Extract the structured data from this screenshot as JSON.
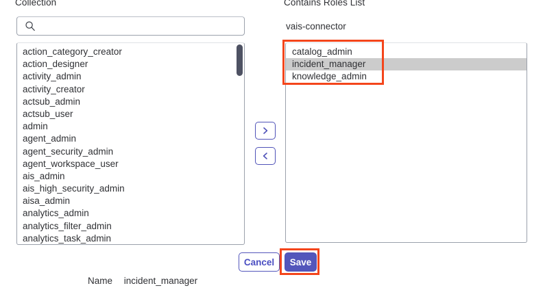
{
  "panels": {
    "left": {
      "label": "Collection",
      "search": {
        "value": "",
        "placeholder": "",
        "icon": "search-icon"
      },
      "items": [
        "action_category_creator",
        "action_designer",
        "activity_admin",
        "activity_creator",
        "actsub_admin",
        "actsub_user",
        "admin",
        "agent_admin",
        "agent_security_admin",
        "agent_workspace_user",
        "ais_admin",
        "ais_high_security_admin",
        "aisa_admin",
        "analytics_admin",
        "analytics_filter_admin",
        "analytics_task_admin"
      ]
    },
    "right": {
      "label": "Contains Roles List",
      "context": "vais-connector",
      "items": [
        {
          "label": "catalog_admin",
          "selected": false
        },
        {
          "label": "incident_manager",
          "selected": true
        },
        {
          "label": "knowledge_admin",
          "selected": false
        }
      ]
    }
  },
  "transfer": {
    "move_right_glyph": "›",
    "move_left_glyph": "‹",
    "move_right_name": "chevron-right-icon",
    "move_left_name": "chevron-left-icon"
  },
  "footer": {
    "cancel_label": "Cancel",
    "save_label": "Save"
  },
  "record": {
    "name_label": "Name",
    "name_value": "incident_manager"
  },
  "colors": {
    "accent": "#5356bb",
    "accent_border": "#4f52b8",
    "annotation": "#f4451b",
    "selection": "#cccccc",
    "scrollbar_thumb": "#4e5263",
    "field_border": "#9aa0ab",
    "text": "#2f3034"
  }
}
